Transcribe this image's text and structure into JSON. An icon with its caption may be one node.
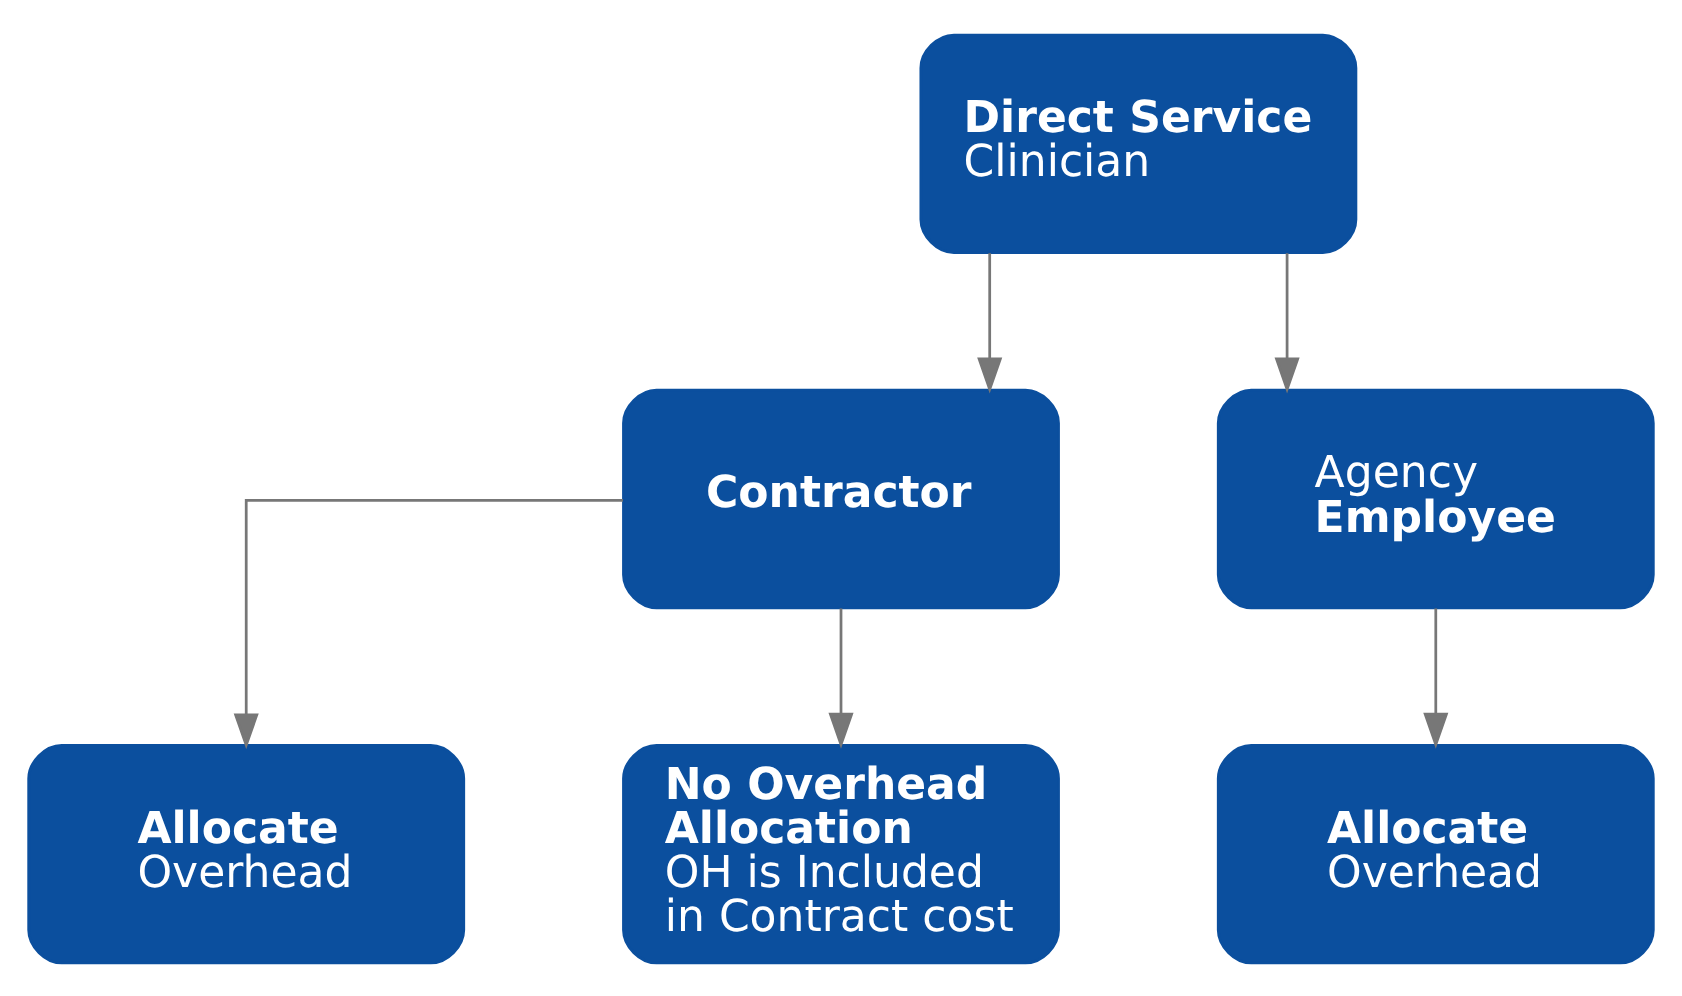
{
  "diagram": {
    "nodes": [
      {
        "text": [
          "Direct Service",
          "Clinician"
        ]
      },
      {
        "text": [
          "Contractor"
        ]
      },
      {
        "text": [
          "Agency",
          "Employee"
        ]
      },
      {
        "text": [
          "Allocate",
          "Overhead"
        ]
      },
      {
        "text": [
          "No Overhead Allocation",
          "OH is Included in Contract cost"
        ]
      },
      {
        "text": [
          "Allocate",
          "Overhead"
        ]
      }
    ],
    "edges": [
      {
        "from": 0,
        "to": 1,
        "arrow": "to"
      },
      {
        "from": 0,
        "to": 2,
        "arrow": "to"
      },
      {
        "from": 1,
        "to": 3,
        "arrow": "to"
      },
      {
        "from": 1,
        "to": 4,
        "arrow": "to"
      },
      {
        "from": 2,
        "to": 5,
        "arrow": "to"
      }
    ]
  }
}
